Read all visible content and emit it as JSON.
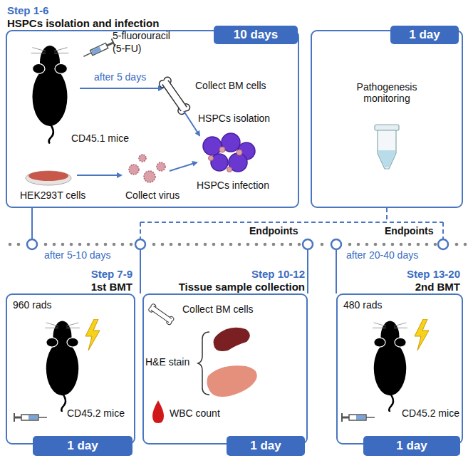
{
  "diagram": {
    "nodes": [
      {
        "text": [
          "Step 1-6",
          "HSPCs isolation and infection"
        ]
      },
      {
        "text": [
          "10 days"
        ],
        "in": 0
      },
      {
        "text": [
          "Pathogenesis monitoring"
        ]
      },
      {
        "text": [
          "1 day"
        ],
        "in": 2
      },
      {
        "text": [
          "Step 7-9",
          "1st BMT"
        ]
      },
      {
        "text": [
          "1 day"
        ],
        "in": 4
      },
      {
        "text": [
          "Step 10-12",
          "Tissue sample collection"
        ]
      },
      {
        "text": [
          "1 day"
        ],
        "in": 6
      },
      {
        "text": [
          "Step 13-20",
          "2nd BMT"
        ]
      },
      {
        "text": [
          "1 day"
        ],
        "in": 8
      }
    ],
    "labels": [
      "5-fluorouracil (5-FU)",
      "after 5 days",
      "Collect BM cells",
      "CD45.1 mice",
      "HSPCs isolation",
      "HEK293T cells",
      "Collect virus",
      "HSPCs infection",
      "after 5-10 days",
      "Endpoints",
      "after 20-40 days",
      "Endpoints",
      "960 rads",
      "CD45.2 mice",
      "Collect BM cells",
      "H&E stain",
      "WBC count",
      "480 rads",
      "CD45.2 mice"
    ]
  }
}
